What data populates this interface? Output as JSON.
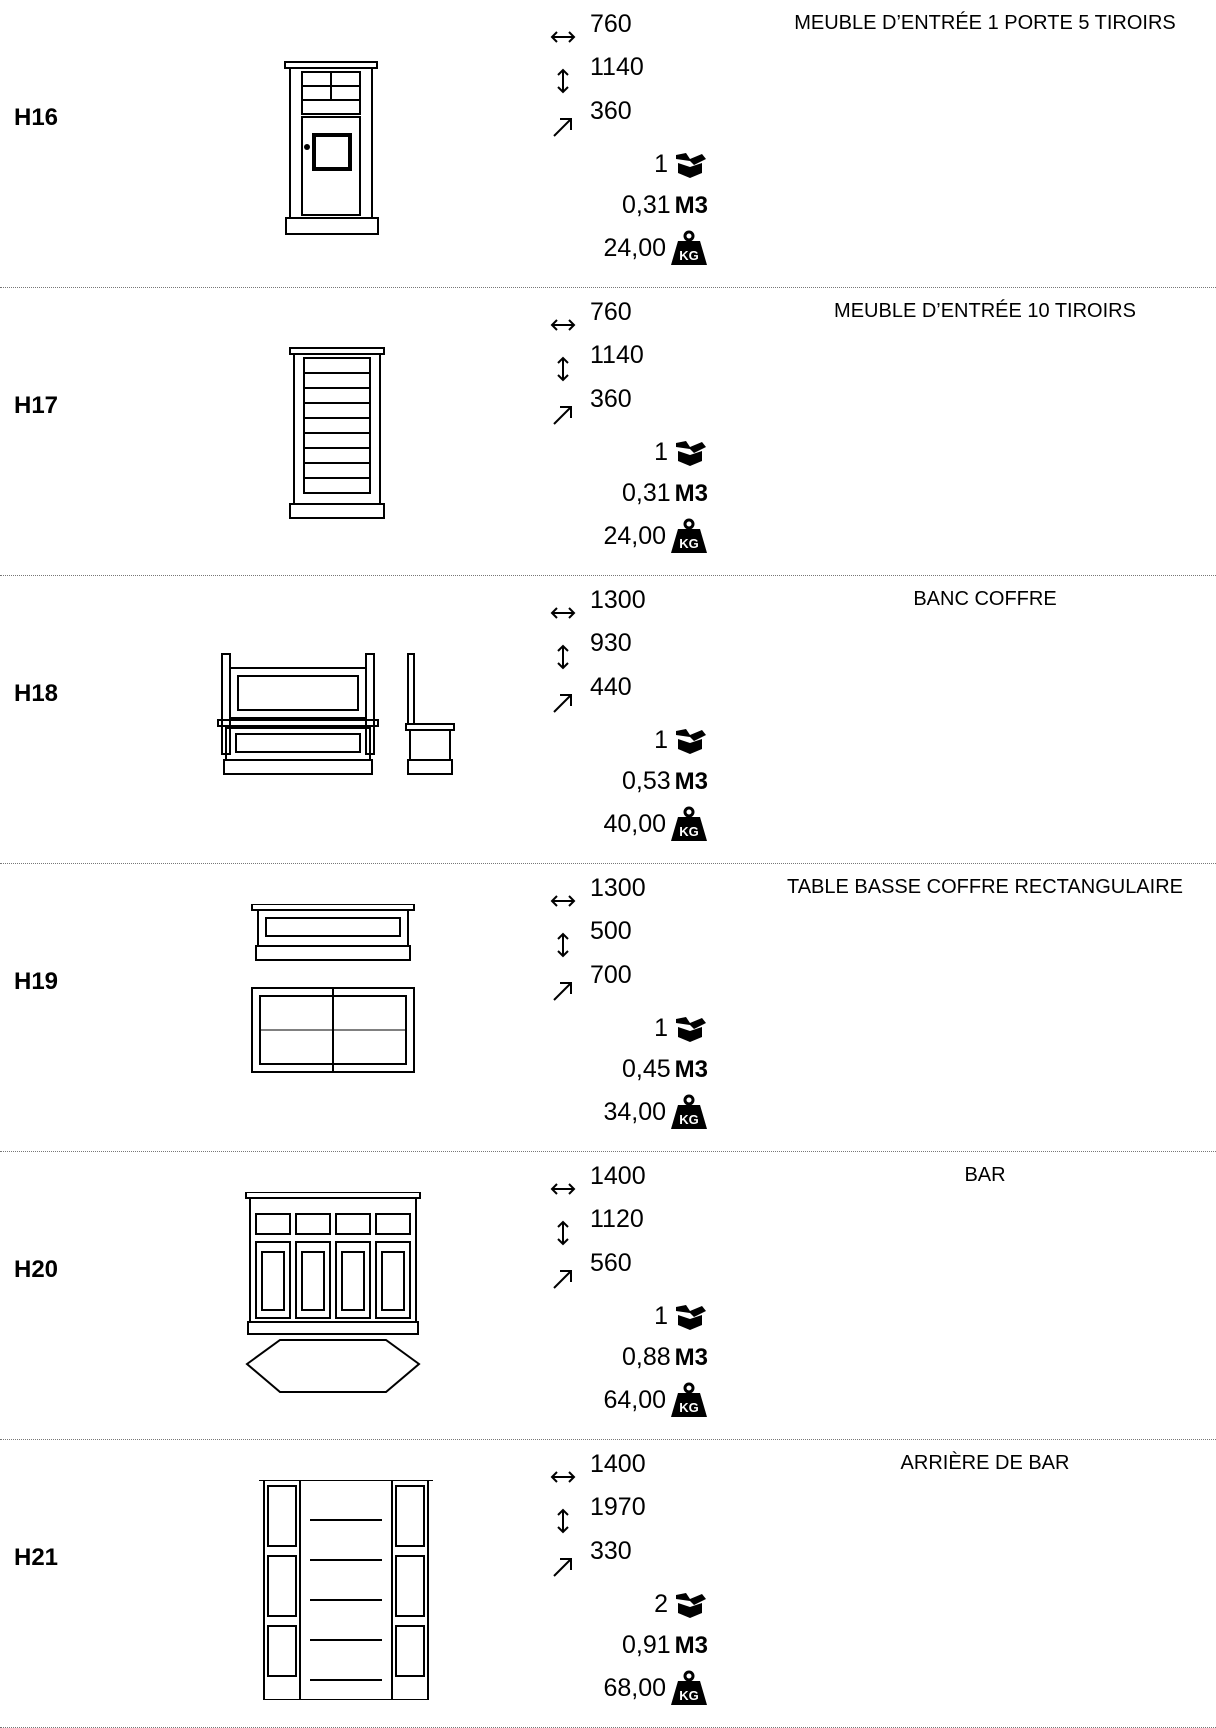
{
  "icons": {
    "width": "width-arrow-icon",
    "height": "height-arrow-icon",
    "depth": "depth-arrow-icon",
    "packages": "box-icon",
    "volume_unit": "M3",
    "weight": "kg-weight-icon",
    "weight_unit": "KG"
  },
  "items": [
    {
      "code": "H16",
      "name": "MEUBLE D’ENTRÉE 1 PORTE 5 TIROIRS",
      "width": "760",
      "height": "1140",
      "depth": "360",
      "packages": "1",
      "volume": "0,31",
      "weight": "24,00"
    },
    {
      "code": "H17",
      "name": "MEUBLE D’ENTRÉE 10 TIROIRS",
      "width": "760",
      "height": "1140",
      "depth": "360",
      "packages": "1",
      "volume": "0,31",
      "weight": "24,00"
    },
    {
      "code": "H18",
      "name": "BANC COFFRE",
      "width": "1300",
      "height": "930",
      "depth": "440",
      "packages": "1",
      "volume": "0,53",
      "weight": "40,00"
    },
    {
      "code": "H19",
      "name": "TABLE BASSE COFFRE RECTANGULAIRE",
      "width": "1300",
      "height": "500",
      "depth": "700",
      "packages": "1",
      "volume": "0,45",
      "weight": "34,00"
    },
    {
      "code": "H20",
      "name": "BAR",
      "width": "1400",
      "height": "1120",
      "depth": "560",
      "packages": "1",
      "volume": "0,88",
      "weight": "64,00"
    },
    {
      "code": "H21",
      "name": "ARRIÈRE DE BAR",
      "width": "1400",
      "height": "1970",
      "depth": "330",
      "packages": "2",
      "volume": "0,91",
      "weight": "68,00"
    }
  ]
}
